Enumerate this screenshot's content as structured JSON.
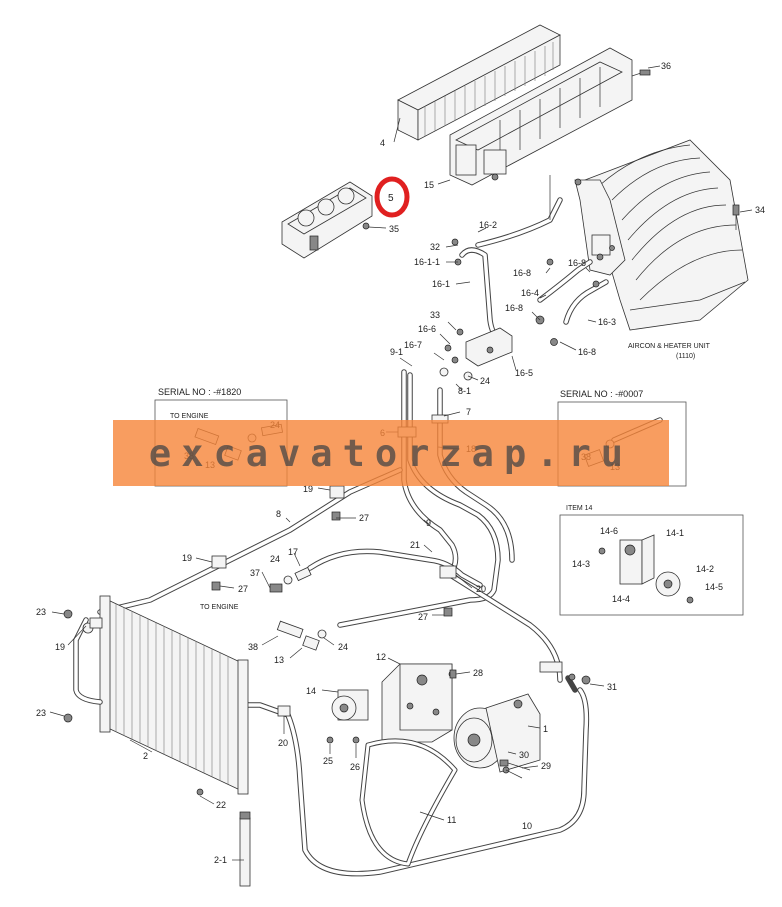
{
  "parts": [
    {
      "id": "p36",
      "label": "36"
    },
    {
      "id": "p4",
      "label": "4"
    },
    {
      "id": "p15",
      "label": "15"
    },
    {
      "id": "p5",
      "label": "5"
    },
    {
      "id": "p35",
      "label": "35"
    },
    {
      "id": "p34",
      "label": "34"
    },
    {
      "id": "p16-2",
      "label": "16-2"
    },
    {
      "id": "p32",
      "label": "32"
    },
    {
      "id": "p16-1-1",
      "label": "16-1-1"
    },
    {
      "id": "p16-1",
      "label": "16-1"
    },
    {
      "id": "p16-8a",
      "label": "16-8"
    },
    {
      "id": "p16-8b",
      "label": "16-8"
    },
    {
      "id": "p16-4",
      "label": "16-4"
    },
    {
      "id": "p16-8c",
      "label": "16-8"
    },
    {
      "id": "p16-3",
      "label": "16-3"
    },
    {
      "id": "p16-8d",
      "label": "16-8"
    },
    {
      "id": "p33",
      "label": "33"
    },
    {
      "id": "p16-6",
      "label": "16-6"
    },
    {
      "id": "p16-7",
      "label": "16-7"
    },
    {
      "id": "p9-1",
      "label": "9-1"
    },
    {
      "id": "p16-5",
      "label": "16-5"
    },
    {
      "id": "p24a",
      "label": "24"
    },
    {
      "id": "p8-1",
      "label": "8-1"
    },
    {
      "id": "p7",
      "label": "7"
    },
    {
      "id": "p6",
      "label": "6"
    },
    {
      "id": "p18",
      "label": "18"
    },
    {
      "id": "p24b",
      "label": "24"
    },
    {
      "id": "p38a",
      "label": "38"
    },
    {
      "id": "p13a",
      "label": "13"
    },
    {
      "id": "p38b",
      "label": "38"
    },
    {
      "id": "p13b",
      "label": "13"
    },
    {
      "id": "p19a",
      "label": "19"
    },
    {
      "id": "p27a",
      "label": "27"
    },
    {
      "id": "p8",
      "label": "8"
    },
    {
      "id": "p9",
      "label": "9"
    },
    {
      "id": "p14-6",
      "label": "14-6"
    },
    {
      "id": "p14-1",
      "label": "14-1"
    },
    {
      "id": "p14-3",
      "label": "14-3"
    },
    {
      "id": "p14-2",
      "label": "14-2"
    },
    {
      "id": "p14-4",
      "label": "14-4"
    },
    {
      "id": "p14-5",
      "label": "14-5"
    },
    {
      "id": "p19b",
      "label": "19"
    },
    {
      "id": "p24c",
      "label": "24"
    },
    {
      "id": "p17",
      "label": "17"
    },
    {
      "id": "p21",
      "label": "21"
    },
    {
      "id": "p37",
      "label": "37"
    },
    {
      "id": "p27b",
      "label": "27"
    },
    {
      "id": "p20a",
      "label": "20"
    },
    {
      "id": "p23a",
      "label": "23"
    },
    {
      "id": "p19c",
      "label": "19"
    },
    {
      "id": "p27c",
      "label": "27"
    },
    {
      "id": "p38c",
      "label": "38"
    },
    {
      "id": "p24d",
      "label": "24"
    },
    {
      "id": "p13c",
      "label": "13"
    },
    {
      "id": "p12",
      "label": "12"
    },
    {
      "id": "p28",
      "label": "28"
    },
    {
      "id": "p31",
      "label": "31"
    },
    {
      "id": "p14",
      "label": "14"
    },
    {
      "id": "p1",
      "label": "1"
    },
    {
      "id": "p23b",
      "label": "23"
    },
    {
      "id": "p20b",
      "label": "20"
    },
    {
      "id": "p2",
      "label": "2"
    },
    {
      "id": "p25",
      "label": "25"
    },
    {
      "id": "p26",
      "label": "26"
    },
    {
      "id": "p30",
      "label": "30"
    },
    {
      "id": "p29",
      "label": "29"
    },
    {
      "id": "p22",
      "label": "22"
    },
    {
      "id": "p11",
      "label": "11"
    },
    {
      "id": "p10",
      "label": "10"
    },
    {
      "id": "p2-1",
      "label": "2-1"
    }
  ],
  "notes": {
    "aircon_unit": "AIRCON & HEATER UNIT",
    "aircon_unit_code": "(1110)",
    "serial_left": "SERIAL NO : -#1820",
    "serial_right": "SERIAL NO : -#0007",
    "to_engine_top": "TO ENGINE",
    "to_engine_mid": "TO ENGINE",
    "item14": "ITEM 14"
  },
  "highlight": {
    "target": "5",
    "color": "#e02020"
  },
  "watermark": {
    "text": "excavatorzap.ru",
    "color": "#f68538"
  }
}
